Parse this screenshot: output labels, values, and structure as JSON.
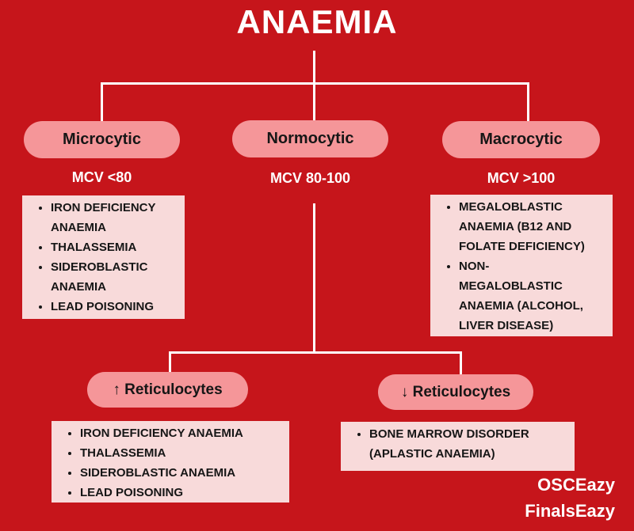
{
  "title": "ANAEMIA",
  "colors": {
    "background": "#C6151B",
    "pill": "#F59699",
    "box": "#F8DADA",
    "line": "#FFFFFF",
    "text_dark": "#161616",
    "text_light": "#FFFFFF"
  },
  "categories": [
    {
      "label": "Microcytic",
      "mcv": "MCV <80",
      "causes": [
        "IRON DEFICIENCY ANAEMIA",
        "THALASSEMIA",
        "SIDEROBLASTIC ANAEMIA",
        "LEAD POISONING"
      ]
    },
    {
      "label": "Normocytic",
      "mcv": "MCV 80-100"
    },
    {
      "label": "Macrocytic",
      "mcv": "MCV >100",
      "causes": [
        "MEGALOBLASTIC ANAEMIA (B12 AND FOLATE DEFICIENCY)",
        "NON-MEGALOBLASTIC ANAEMIA (ALCOHOL, LIVER DISEASE)"
      ]
    }
  ],
  "normocytic_branches": [
    {
      "label": "↑ Reticulocytes",
      "causes": [
        "IRON DEFICIENCY ANAEMIA",
        "THALASSEMIA",
        "SIDEROBLASTIC ANAEMIA",
        "LEAD POISONING"
      ]
    },
    {
      "label": "↓ Reticulocytes",
      "causes": [
        "BONE MARROW DISORDER (APLASTIC ANAEMIA)"
      ]
    }
  ],
  "branding": {
    "line1": "OSCEazy",
    "line2": "FinalsEazy"
  }
}
